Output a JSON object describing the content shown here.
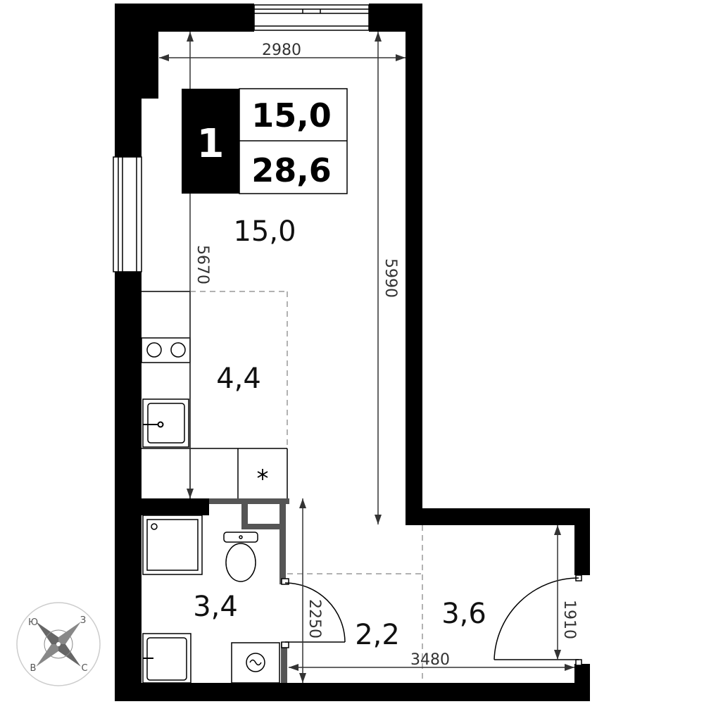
{
  "badge": {
    "rooms": "1",
    "living_area": "15,0",
    "total_area": "28,6"
  },
  "areas": {
    "room": "15,0",
    "kitchen": "4,4",
    "bathroom": "3,4",
    "hall": "2,2",
    "entrance": "3,6"
  },
  "dimensions": {
    "top_width": "2980",
    "left_height": "5670",
    "room_height": "5990",
    "bottom_width": "3480",
    "door_right": "1910",
    "hall_height": "2250"
  },
  "compass": {
    "n": "З",
    "s": "В",
    "e": "С",
    "w": "Ю"
  },
  "colors": {
    "wall": "#000000",
    "partition": "#555555",
    "dim_line": "#333333",
    "badge_bg": "#000000"
  }
}
